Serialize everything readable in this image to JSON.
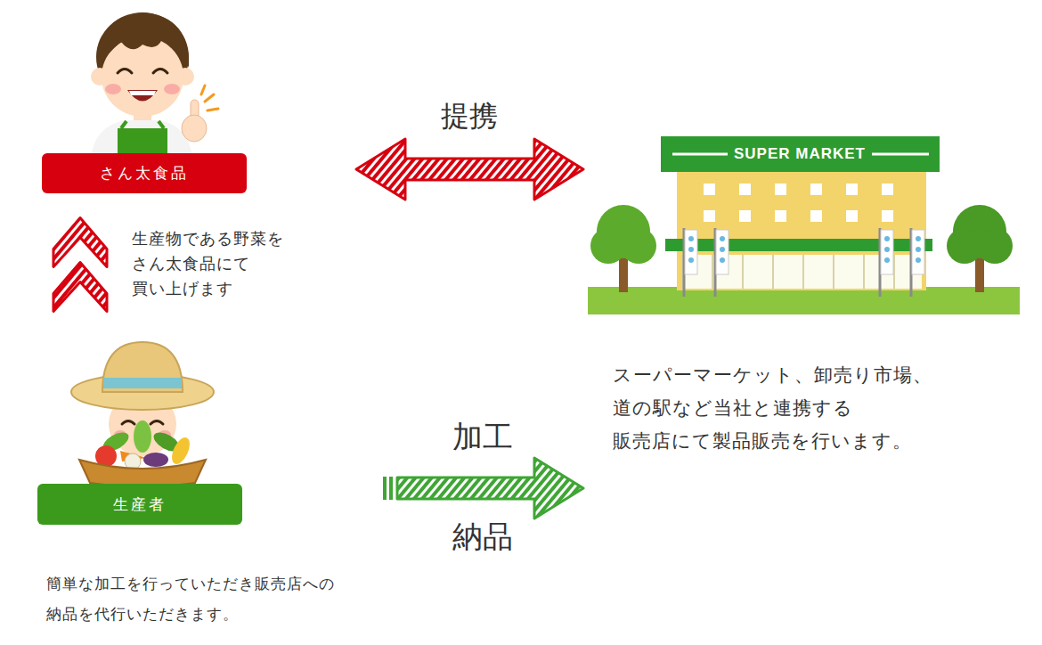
{
  "diagram": {
    "nodes": [
      {
        "text": [
          "さん太食品"
        ]
      },
      {
        "text": [
          "SUPER MARKET",
          "スーパーマーケット、卸売り市場、 道の駅など当社と連携する 販売店にて製品販売を行います。"
        ]
      },
      {
        "text": [
          "生産者"
        ]
      }
    ],
    "edges": [
      {
        "from": 0,
        "to": 1,
        "arrow": "both",
        "label": "提携"
      },
      {
        "from": 2,
        "to": 0,
        "arrow": "to",
        "label": "生産物である野菜を さん太食品にて 買い上げます"
      },
      {
        "from": 2,
        "to": 1,
        "arrow": "to",
        "label": "加工"
      }
    ],
    "labels": [
      "納品",
      "簡単な加工を行っていただき販売店への 納品を代行いただきます。"
    ]
  }
}
